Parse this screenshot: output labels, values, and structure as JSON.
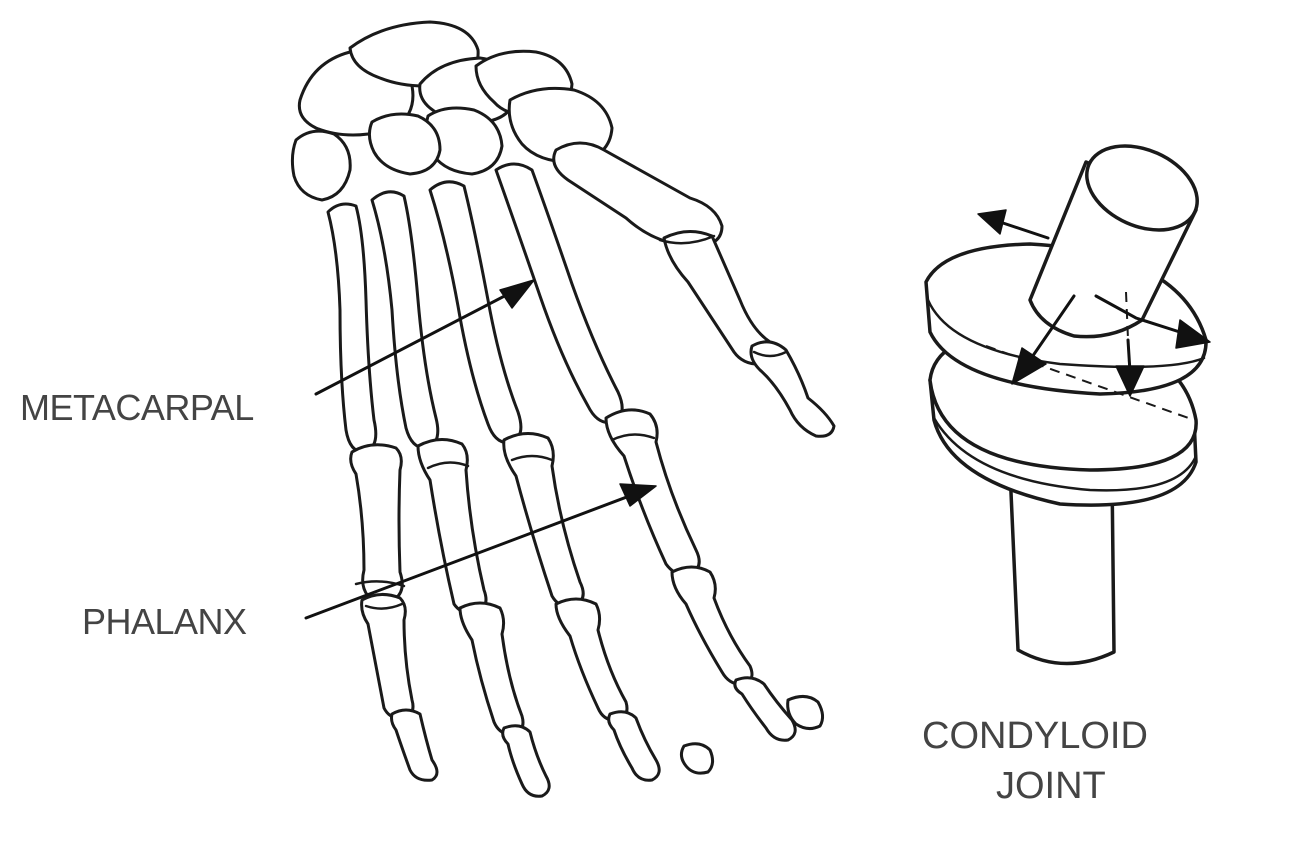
{
  "labels": {
    "metacarpal": "METACARPAL",
    "phalanx": "PHALANX",
    "joint_line1": "CONDYLOID",
    "joint_line2": "JOINT"
  },
  "colors": {
    "line": "#1a1a1a",
    "label_text": "#444444",
    "background": "#ffffff"
  }
}
